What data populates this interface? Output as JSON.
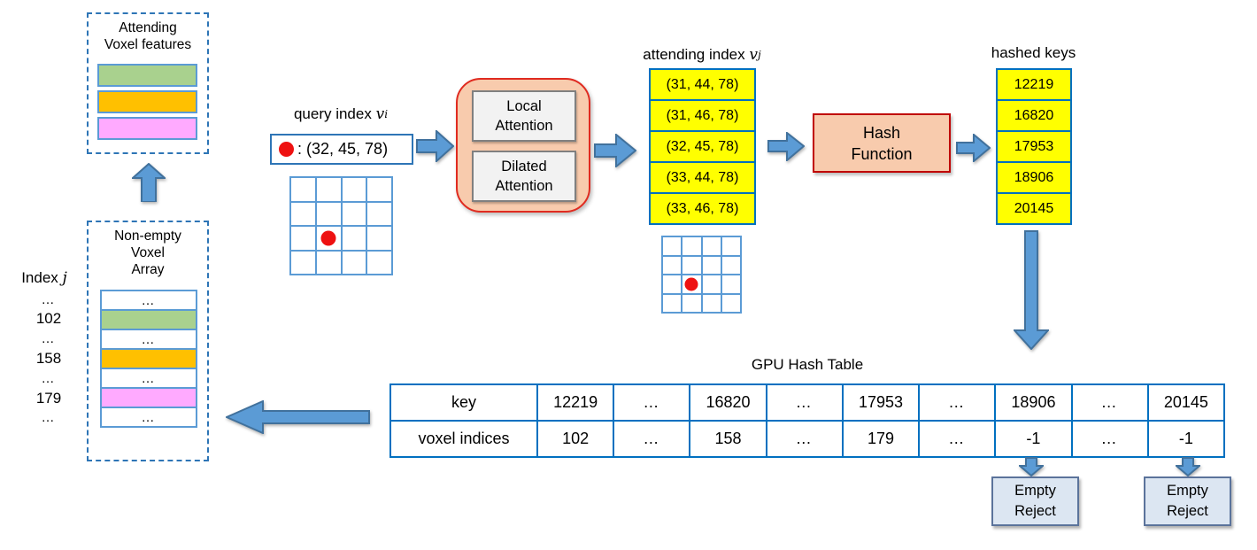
{
  "colors": {
    "green": "#a9d18e",
    "orange": "#ffc000",
    "pink": "#ffaaff",
    "yellow": "#ffff00",
    "cell_border_blue": "#0070c0",
    "grid_line_blue": "#5b9bd5",
    "dashed_border_blue": "#2e75b6",
    "arrow_fill": "#5b9bd5",
    "arrow_stroke": "#41719c",
    "attention_fill": "#f8cbad",
    "attention_border": "#e02b20",
    "hash_fn_fill": "#f8cbad",
    "hash_fn_border": "#c00000",
    "inner_attention_fill": "#f2f2f2",
    "inner_attention_border": "#808080",
    "empty_reject_fill": "#dce6f2",
    "empty_reject_border": "#5b739b",
    "query_dot_red": "#ee1111"
  },
  "attending_features_box": {
    "title_line1": "Attending",
    "title_line2": "Voxel features"
  },
  "nonempty_box": {
    "title_line1": "Non-empty",
    "title_line2": "Voxel",
    "title_line3": "Array",
    "ellipsis": "…"
  },
  "index_column": {
    "label": "Index",
    "var": "j",
    "items": [
      "…",
      "102",
      "…",
      "158",
      "…",
      "179",
      "…"
    ]
  },
  "query": {
    "label": "query index",
    "var": "v",
    "sub": "i",
    "value": ": (32, 45, 78)"
  },
  "attention_box": {
    "local_line1": "Local",
    "local_line2": "Attention",
    "dilated_line1": "Dilated",
    "dilated_line2": "Attention"
  },
  "attending": {
    "label": "attending index",
    "var": "v",
    "sub": "j",
    "items": [
      "(31, 44, 78)",
      "(31, 46, 78)",
      "(32, 45, 78)",
      "(33, 44, 78)",
      "(33, 46, 78)"
    ]
  },
  "hash_function": {
    "line1": "Hash",
    "line2": "Function"
  },
  "hashed_keys": {
    "label": "hashed keys",
    "items": [
      "12219",
      "16820",
      "17953",
      "18906",
      "20145"
    ]
  },
  "hash_table": {
    "title": "GPU Hash Table",
    "row1_label": "key",
    "row2_label": "voxel indices",
    "keys": [
      "12219",
      "…",
      "16820",
      "…",
      "17953",
      "…",
      "18906",
      "…",
      "20145"
    ],
    "indices": [
      "102",
      "…",
      "158",
      "…",
      "179",
      "…",
      "-1",
      "…",
      "-1"
    ]
  },
  "empty_reject": {
    "line1": "Empty",
    "line2": "Reject"
  }
}
